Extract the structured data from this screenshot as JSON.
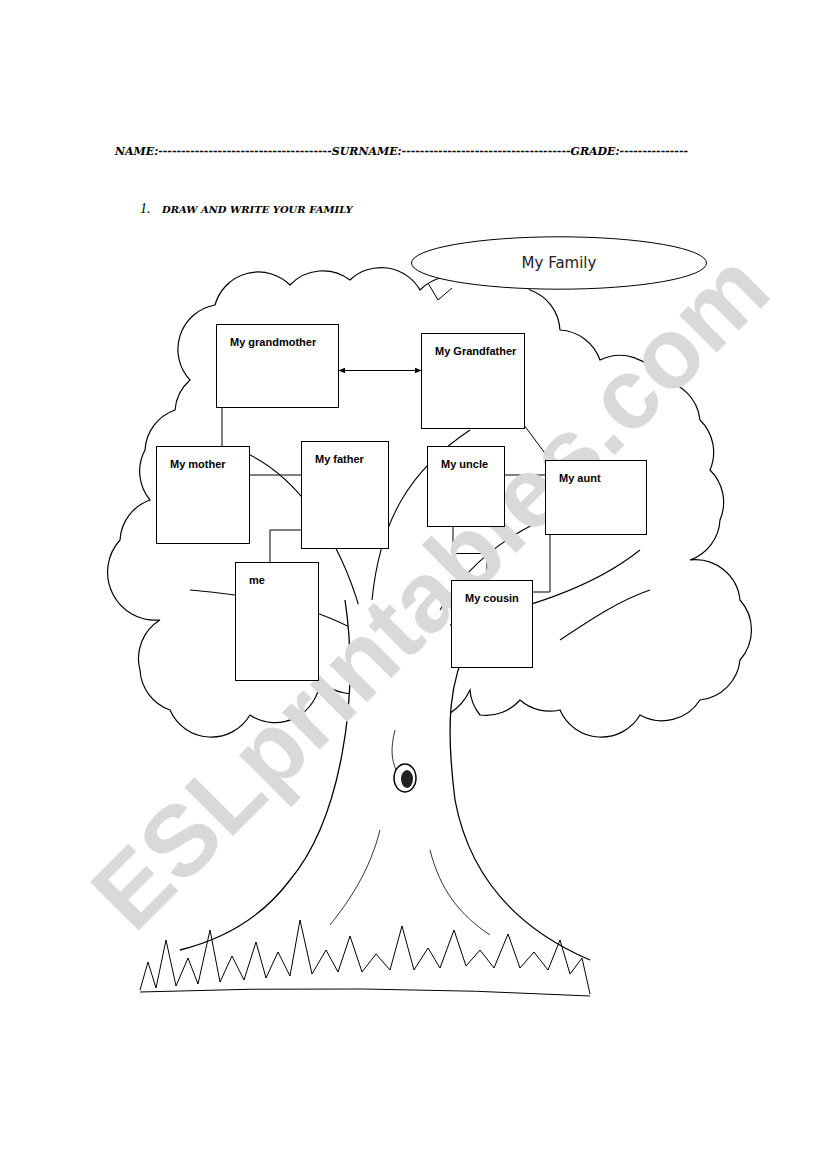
{
  "diagram": {
    "nodes": [
      {
        "text": [
          "My Family"
        ]
      },
      {
        "text": [
          "My grandmother"
        ]
      },
      {
        "text": [
          "My Grandfather"
        ]
      },
      {
        "text": [
          "My mother"
        ]
      },
      {
        "text": [
          "My father"
        ]
      },
      {
        "text": [
          "My uncle"
        ]
      },
      {
        "text": [
          "My aunt"
        ]
      },
      {
        "text": [
          "me"
        ]
      },
      {
        "text": [
          "My cousin"
        ]
      }
    ],
    "edges": [
      {
        "from": 1,
        "to": 2,
        "arrow": "both"
      },
      {
        "from": 1,
        "to": 3,
        "arrow": "none"
      },
      {
        "from": 3,
        "to": 4,
        "arrow": "none"
      },
      {
        "from": 4,
        "to": 7,
        "arrow": "none"
      },
      {
        "from": 2,
        "to": 6,
        "arrow": "none"
      },
      {
        "from": 5,
        "to": 6,
        "arrow": "none"
      },
      {
        "from": 5,
        "to": 8,
        "arrow": "none"
      },
      {
        "from": 6,
        "to": 8,
        "arrow": "none"
      }
    ],
    "labels": [
      "NAME:--------------------------------------SURNAME:-------------------------------------GRADE:---------------",
      "1.",
      "DRAW AND WRITE YOUR FAMILY",
      "ESLprintables.com"
    ]
  }
}
